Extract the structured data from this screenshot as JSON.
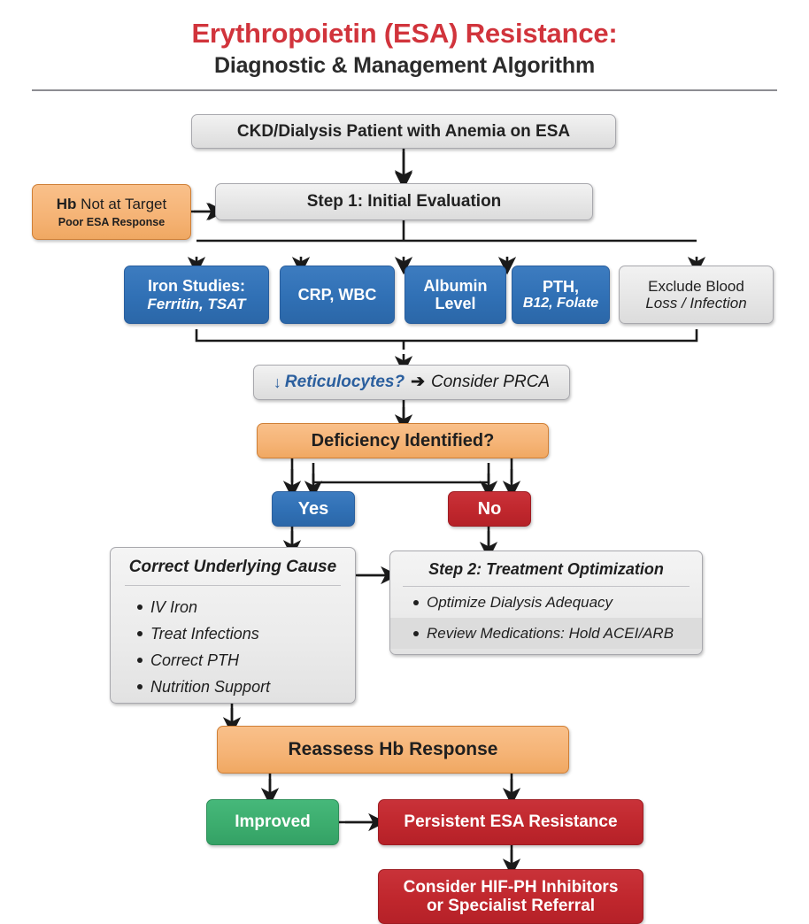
{
  "header": {
    "title_main": "Erythropoietin (ESA) Resistance:",
    "title_sub": "Diagnostic & Management Algorithm",
    "accent_color": "#d1343c",
    "rule_color": "#8d8d92"
  },
  "palette": {
    "blue": "#3070b5",
    "red": "#c0272d",
    "orange": "#f5b375",
    "green": "#3cad6e",
    "grey": "#e6e6e6",
    "text_dark": "#1f1f1f",
    "text_light": "#ffffff"
  },
  "nodes": {
    "start": {
      "label": "CKD/Dialysis Patient with Anemia on ESA",
      "style": "grey"
    },
    "trigger": {
      "line1_bold": "Hb",
      "line1_rest": " Not at Target",
      "line2": "Poor ESA Response",
      "style": "orange"
    },
    "step1": {
      "label": "Step 1: Initial Evaluation",
      "style": "grey"
    },
    "tests": [
      {
        "line1": "Iron Studies:",
        "line2": "Ferritin, TSAT",
        "style": "blue"
      },
      {
        "line1": "CRP, WBC",
        "line2": "",
        "style": "blue"
      },
      {
        "line1": "Albumin",
        "line2": "Level",
        "style": "blue"
      },
      {
        "line1": "PTH,",
        "line2": "B12, Folate",
        "style": "blue"
      },
      {
        "line1": "Exclude Blood",
        "line2": "Loss / Infection",
        "style": "grey"
      }
    ],
    "retic": {
      "arrow_icon": "down-arrow-icon",
      "blue_part": "Reticulocytes?",
      "link_icon": "right-arrow-icon",
      "black_part": "Consider PRCA",
      "style": "grey"
    },
    "deficiency": {
      "label": "Deficiency Identified?",
      "style": "orange"
    },
    "yes": {
      "label": "Yes",
      "style": "blue"
    },
    "no": {
      "label": "No",
      "style": "red"
    },
    "correct_cause": {
      "heading": "Correct Underlying Cause",
      "items": [
        "IV Iron",
        "Treat Infections",
        "Correct PTH",
        "Nutrition Support"
      ],
      "style": "grey"
    },
    "step2": {
      "heading": "Step 2: Treatment Optimization",
      "items": [
        {
          "text": "Optimize Dialysis Adequacy",
          "shaded": false
        },
        {
          "text": "Review Medications: Hold ACEI/ARB",
          "shaded": true
        }
      ],
      "style": "grey"
    },
    "reassess": {
      "label": "Reassess Hb Response",
      "style": "orange"
    },
    "improved": {
      "label": "Improved",
      "style": "green"
    },
    "persistent": {
      "label": "Persistent ESA Resistance",
      "style": "red"
    },
    "hifph": {
      "line1": "Consider HIF-PH Inhibitors",
      "line2": "or Specialist Referral",
      "style": "red"
    }
  }
}
